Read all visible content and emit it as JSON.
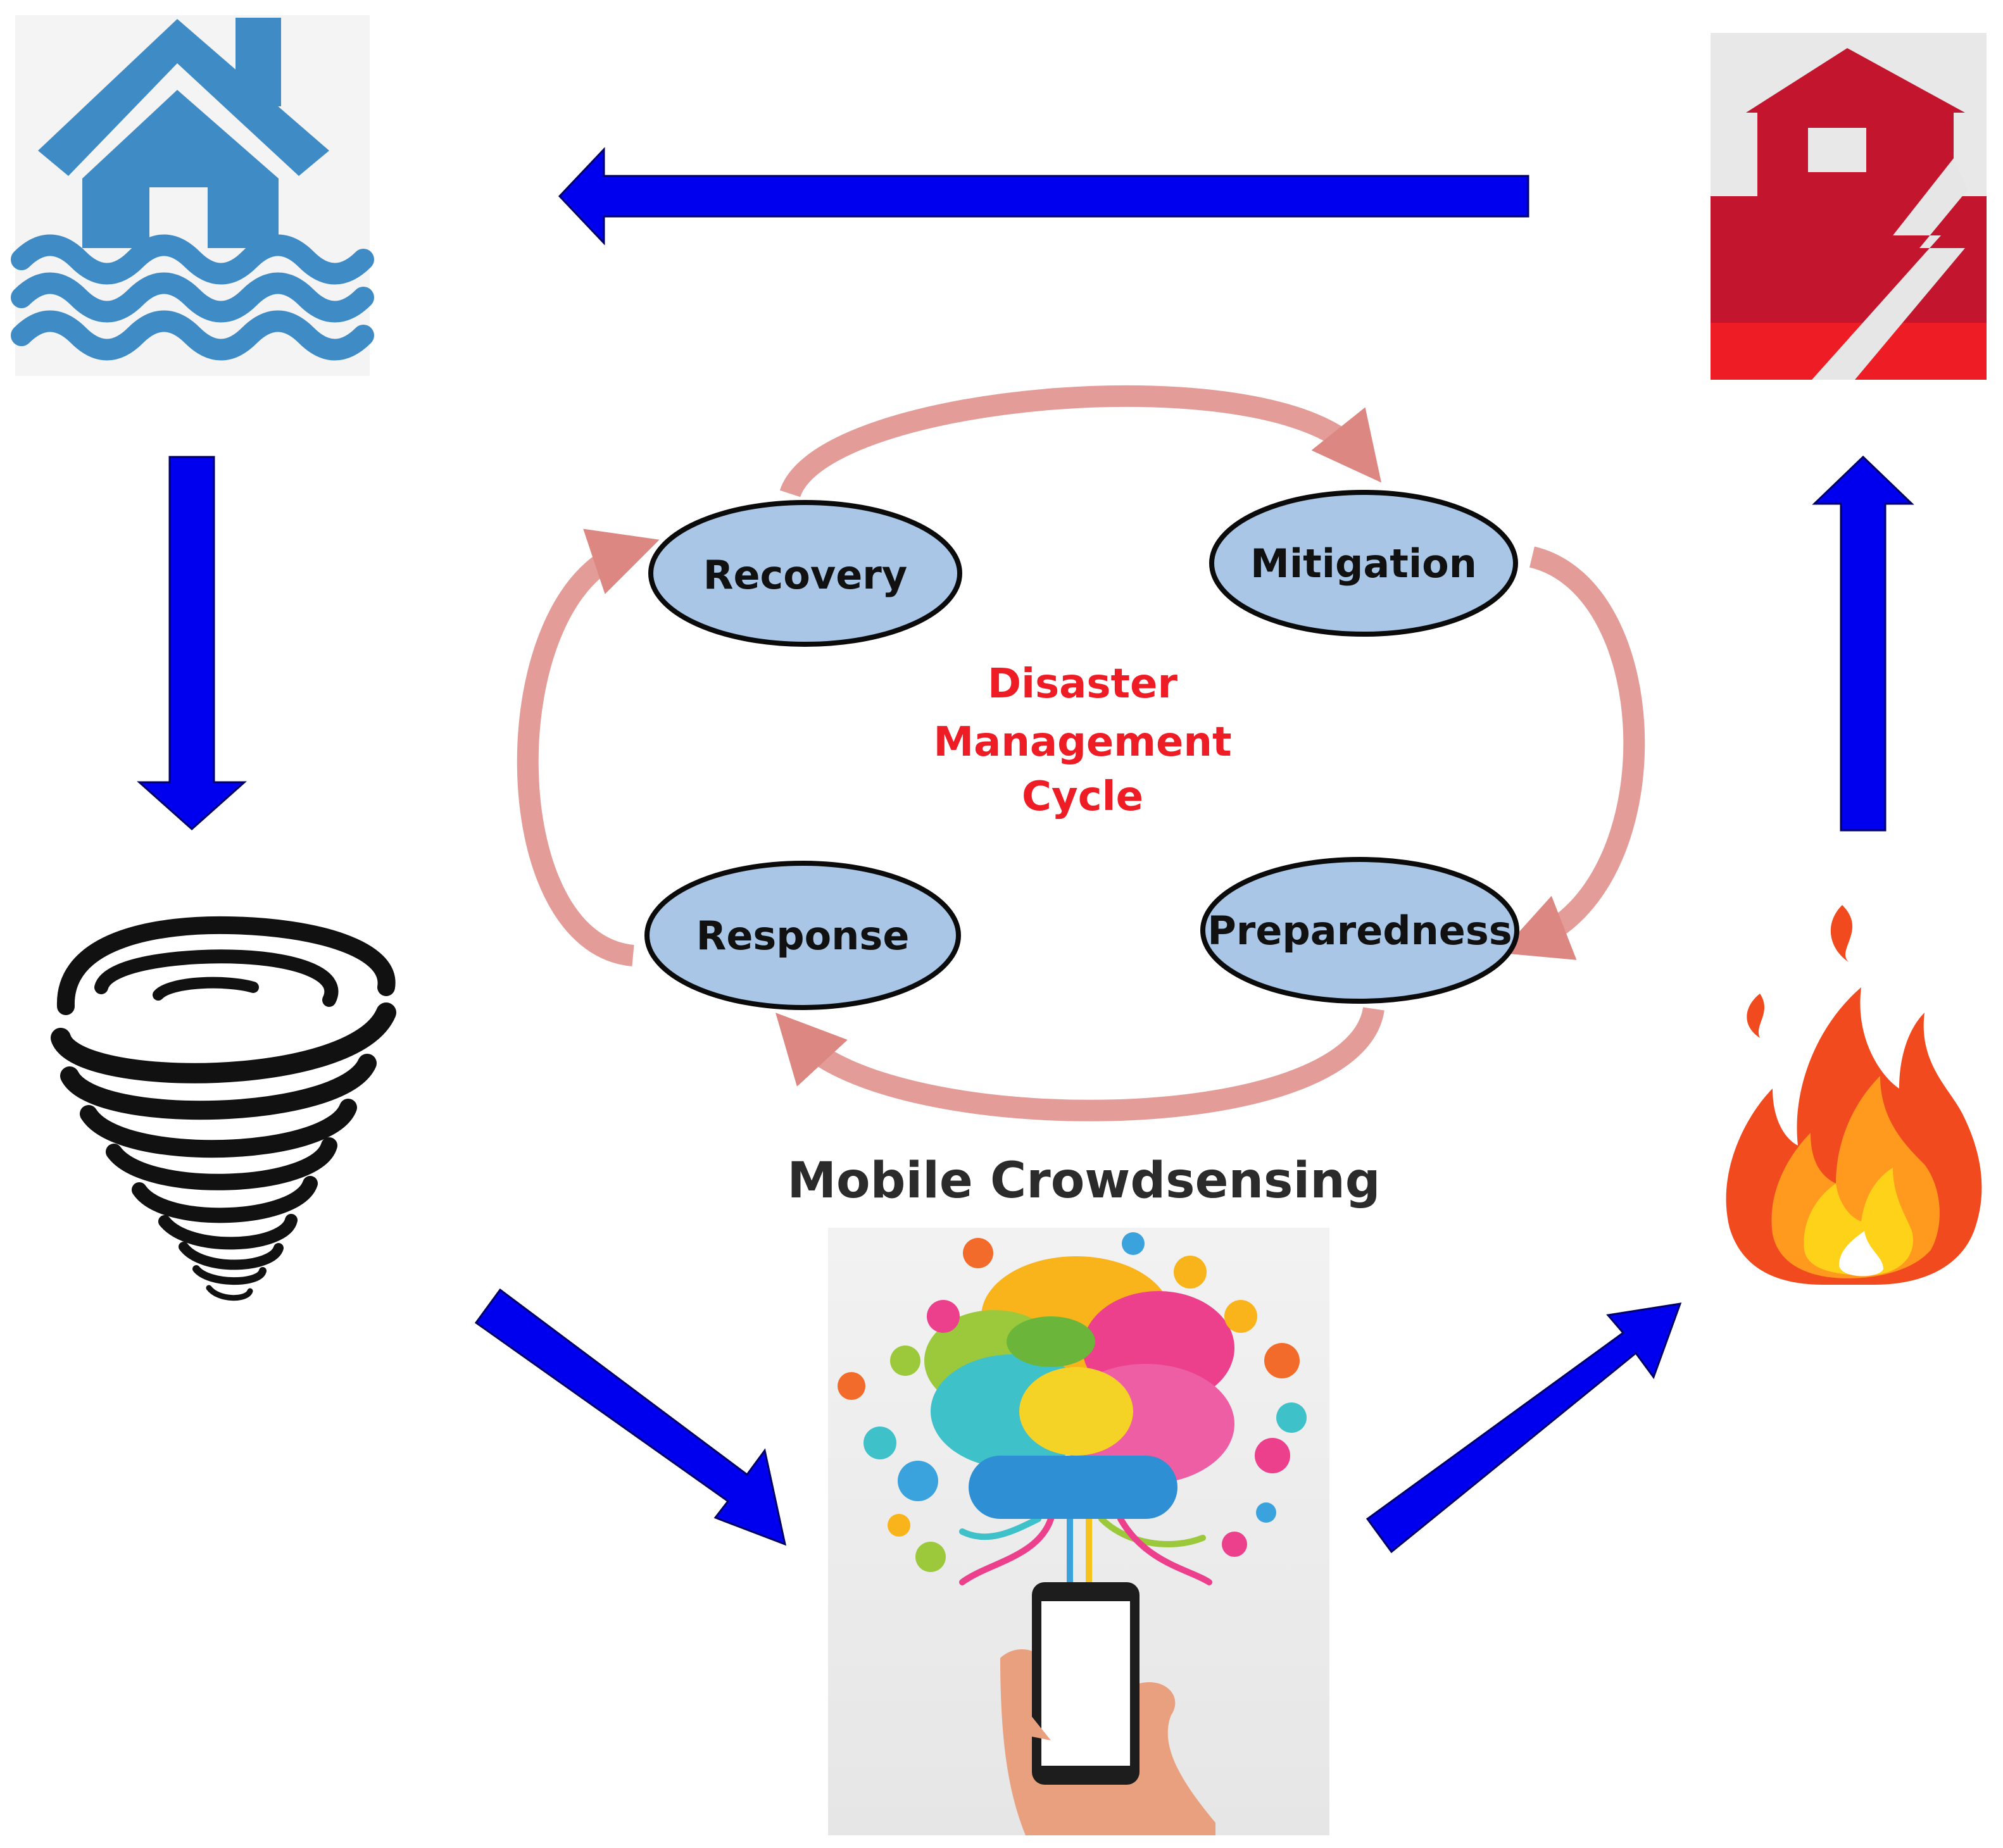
{
  "cycle": {
    "title_lines": [
      "Disaster",
      "Management",
      "Cycle"
    ],
    "phases": {
      "recovery": "Recovery",
      "mitigation": "Mitigation",
      "preparedness": "Preparedness",
      "response": "Response"
    }
  },
  "crowdsensing": {
    "title": "Mobile Crowdsensing"
  },
  "disaster_icons": [
    "flood-icon",
    "earthquake-house-icon",
    "tornado-icon",
    "fire-icon"
  ],
  "colors": {
    "flow_arrow": "#0000ee",
    "cycle_arrow": "#e0928c",
    "ellipse_fill": "#a9c6e6",
    "ellipse_stroke": "#0b0b0b",
    "cycle_title": "#ee1c24",
    "flood_blue": "#3f8bc6",
    "quake_red": "#c3162e",
    "fire_orange": "#f04a1e",
    "fire_yellow": "#ffd21a"
  }
}
